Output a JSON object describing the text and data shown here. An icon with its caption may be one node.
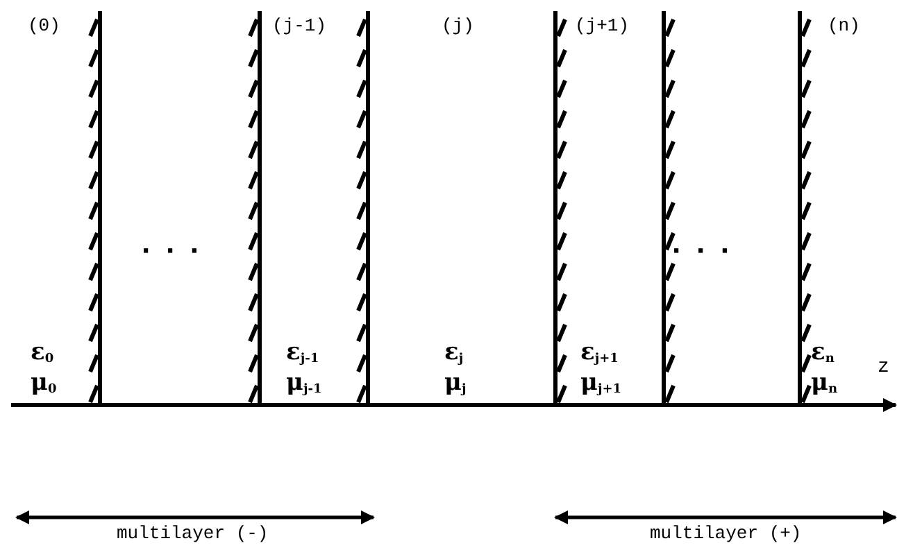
{
  "diagram": {
    "labels": [
      "(0)",
      "(j-1)",
      "(j)",
      "(j+1)",
      "(n)",
      "· · ·",
      "· · ·",
      "ε$_{0}$",
      "ε$_{j-1}$",
      "ε$_{j}$",
      "ε$_{j+1}$",
      "ε$_{n}$",
      "μ$_{0}$",
      "μ$_{j-1}$",
      "μ$_{j}$",
      "μ$_{j+1}$",
      "μ$_{n}$",
      "z",
      "multilayer (-)",
      "multilayer (+)"
    ]
  }
}
